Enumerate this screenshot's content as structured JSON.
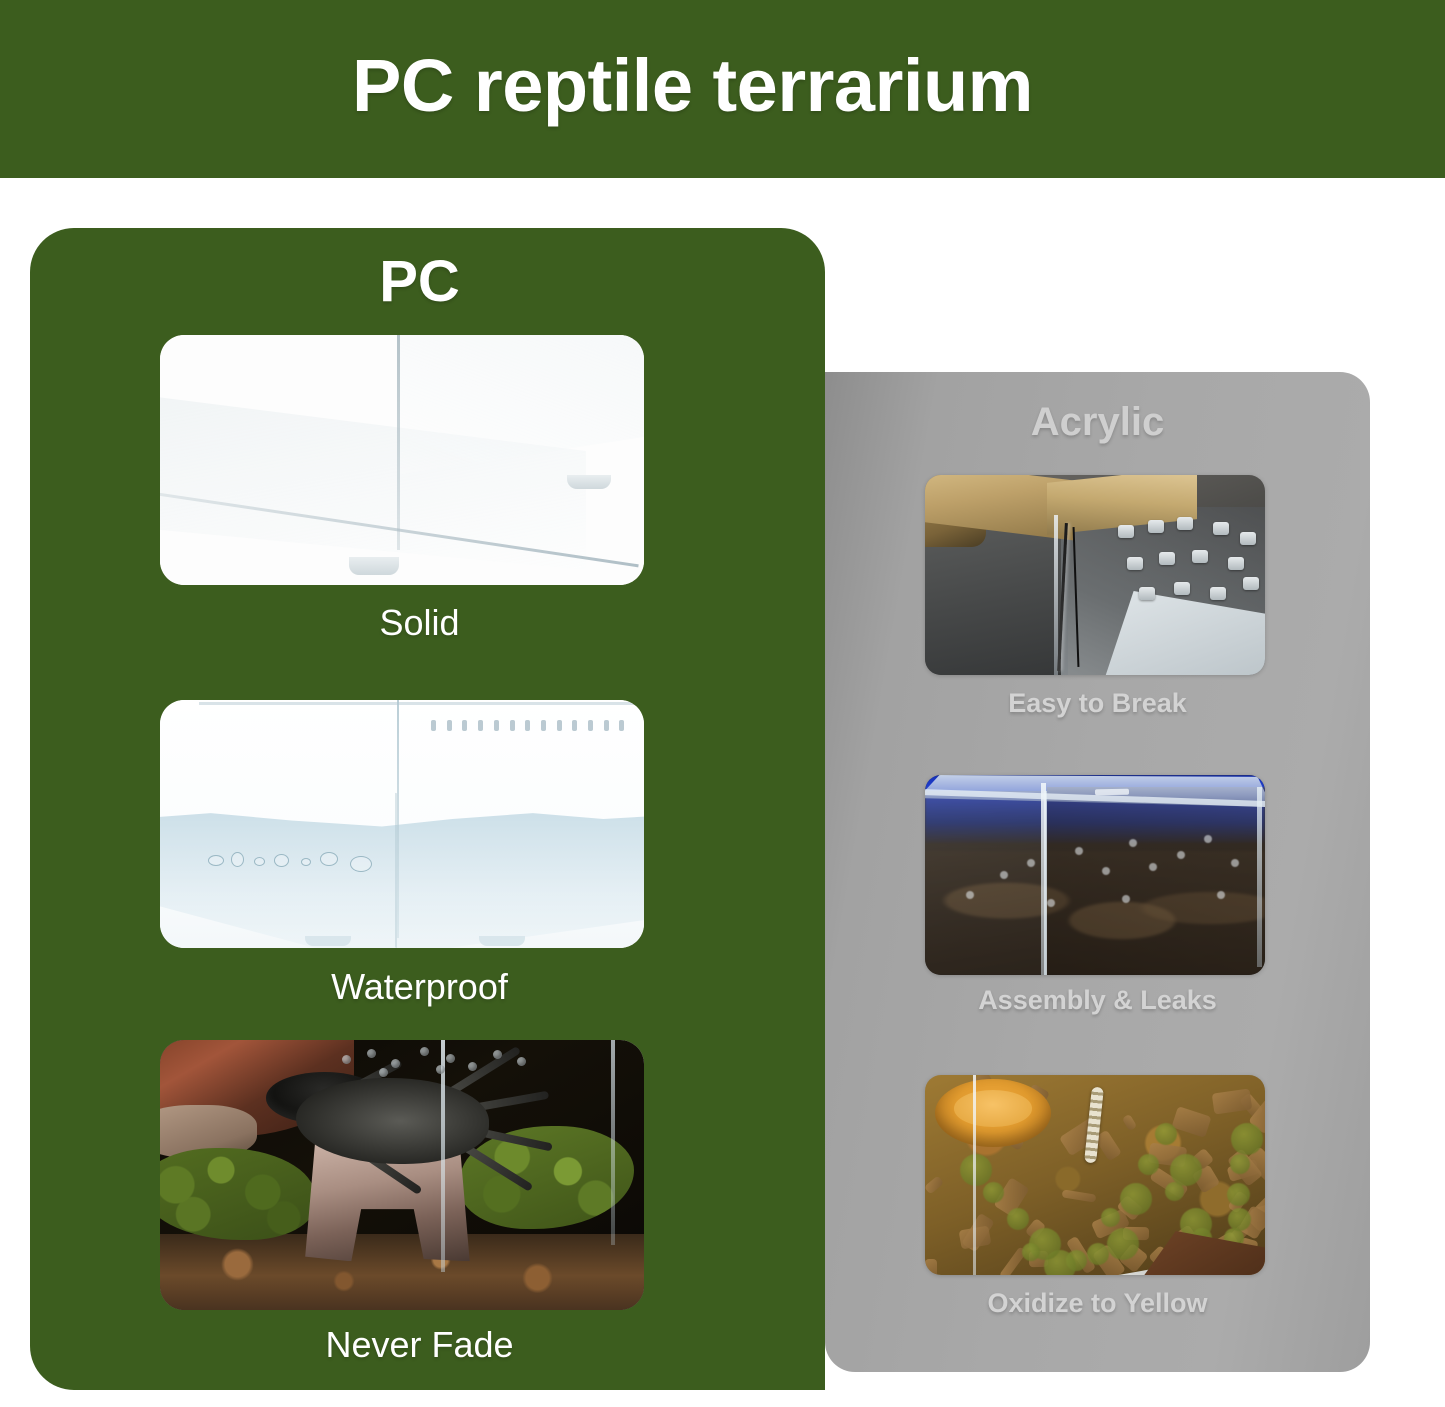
{
  "header": {
    "title": "PC reptile terrarium",
    "background_color": "#3C5D1E",
    "text_color": "#FFFFFF"
  },
  "pc_panel": {
    "title": "PC",
    "background_color": "#3C5D1E",
    "text_color": "#FFFFFF",
    "features": [
      {
        "label": "Solid",
        "photo_name": "clear-pc-terrarium-corner-photo",
        "photo_description": "Close-up of a transparent polycarbonate terrarium bottom corner on a white background"
      },
      {
        "label": "Waterproof",
        "photo_name": "water-filled-terrarium-photo",
        "photo_description": "Terrarium filled with water showing a wave surface line and air bubbles, vent holes along the top edge"
      },
      {
        "label": "Never Fade",
        "photo_name": "tarantula-terrarium-photo",
        "photo_description": "Dark terrarium with a tarantula on a cork bark hide, green moss and brown substrate"
      }
    ]
  },
  "acrylic_panel": {
    "title": "Acrylic",
    "background_color": "#A8A8A8",
    "text_color": "#D3D3D3",
    "features": [
      {
        "label": "Easy to Break",
        "photo_name": "cracked-acrylic-corner-photo",
        "photo_description": "Acrylic tank corner with visible cracks next to a wooden frame and plastic clips"
      },
      {
        "label": "Assembly & Leaks",
        "photo_name": "acrylic-seam-gap-photo",
        "photo_description": "Acrylic enclosure corner lit with blue LED showing misaligned seams and gaps"
      },
      {
        "label": "Oxidize to Yellow",
        "photo_name": "yellowed-acrylic-photo",
        "photo_description": "Yellowed acrylic terrarium with an orange water dish, bark substrate, moss and a centipede"
      }
    ]
  }
}
